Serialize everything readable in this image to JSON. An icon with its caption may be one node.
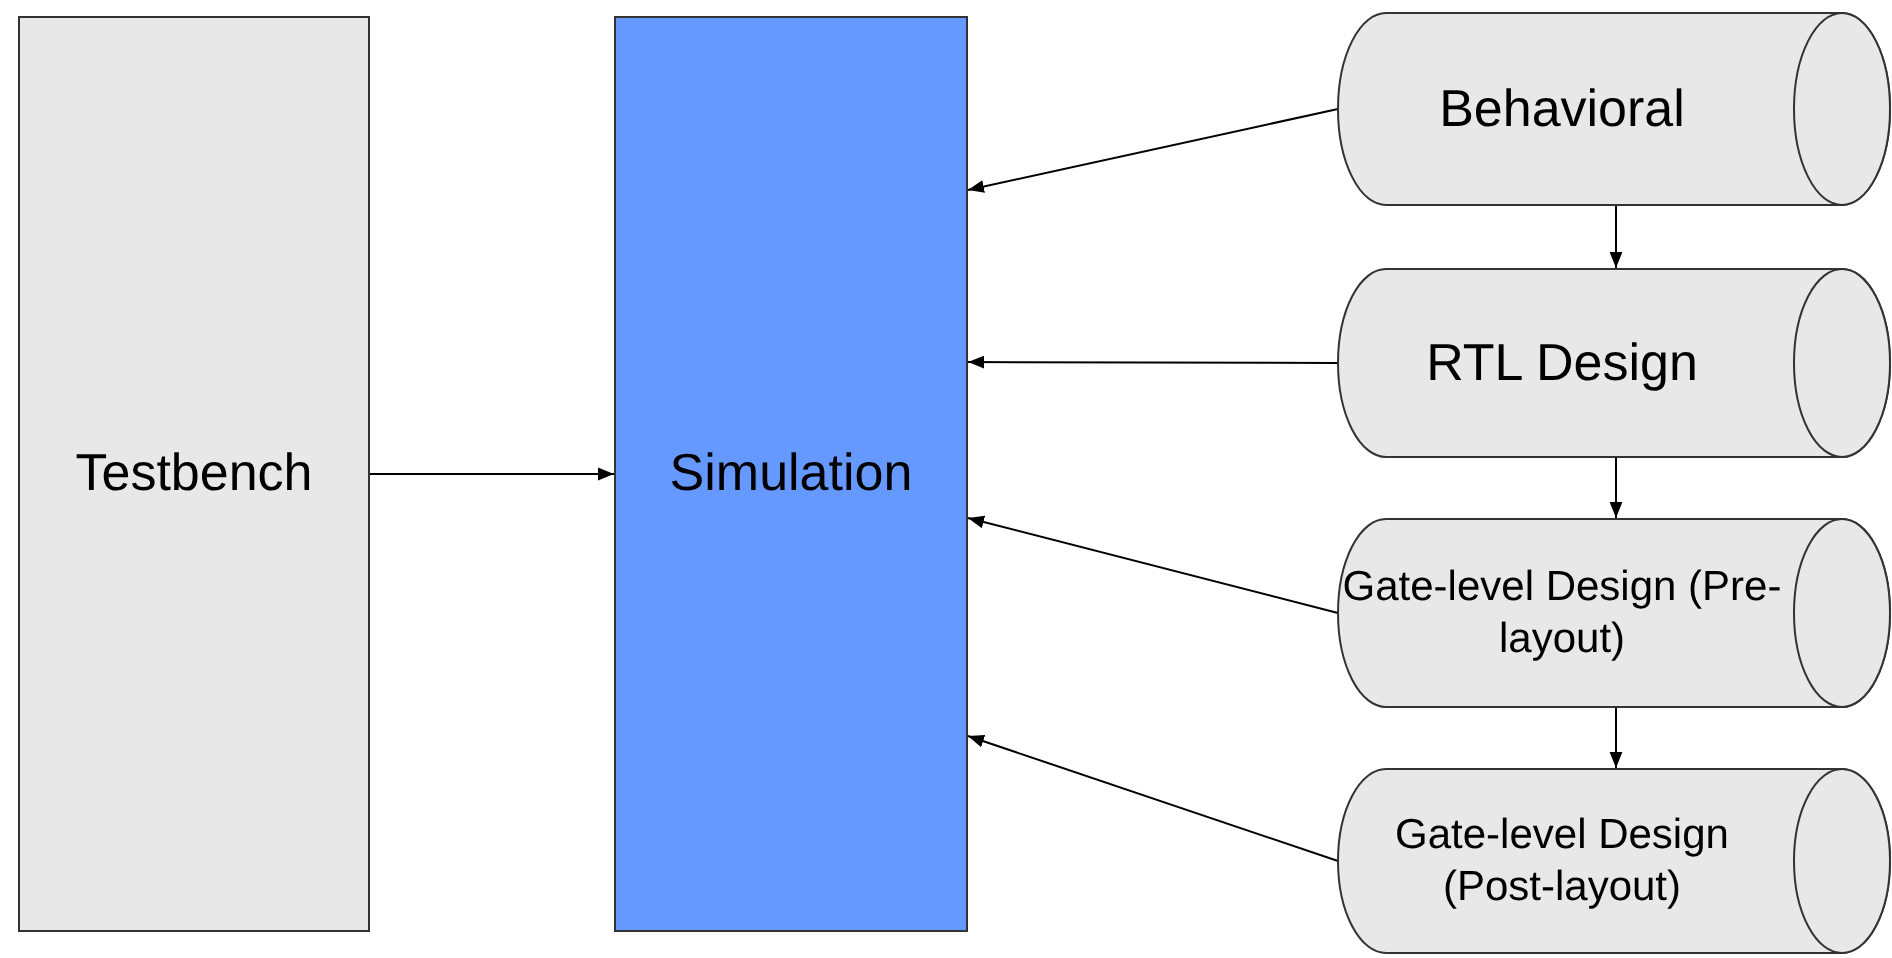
{
  "diagram": {
    "nodes": [
      {
        "text": [
          "Testbench"
        ]
      },
      {
        "text": [
          "Simulation"
        ]
      },
      {
        "text": [
          "Behavioral"
        ]
      },
      {
        "text": [
          "RTL Design"
        ]
      },
      {
        "text": [
          "Gate-level Design (Pre-layout)"
        ]
      },
      {
        "text": [
          "Gate-level Design (Post-layout)"
        ]
      }
    ],
    "edges": [
      {
        "from": 0,
        "to": 1,
        "arrow": "to"
      },
      {
        "from": 2,
        "to": 1,
        "arrow": "to"
      },
      {
        "from": 3,
        "to": 1,
        "arrow": "to"
      },
      {
        "from": 4,
        "to": 1,
        "arrow": "to"
      },
      {
        "from": 5,
        "to": 1,
        "arrow": "to"
      },
      {
        "from": 2,
        "to": 3,
        "arrow": "to"
      },
      {
        "from": 3,
        "to": 4,
        "arrow": "to"
      },
      {
        "from": 4,
        "to": 5,
        "arrow": "to"
      }
    ]
  }
}
